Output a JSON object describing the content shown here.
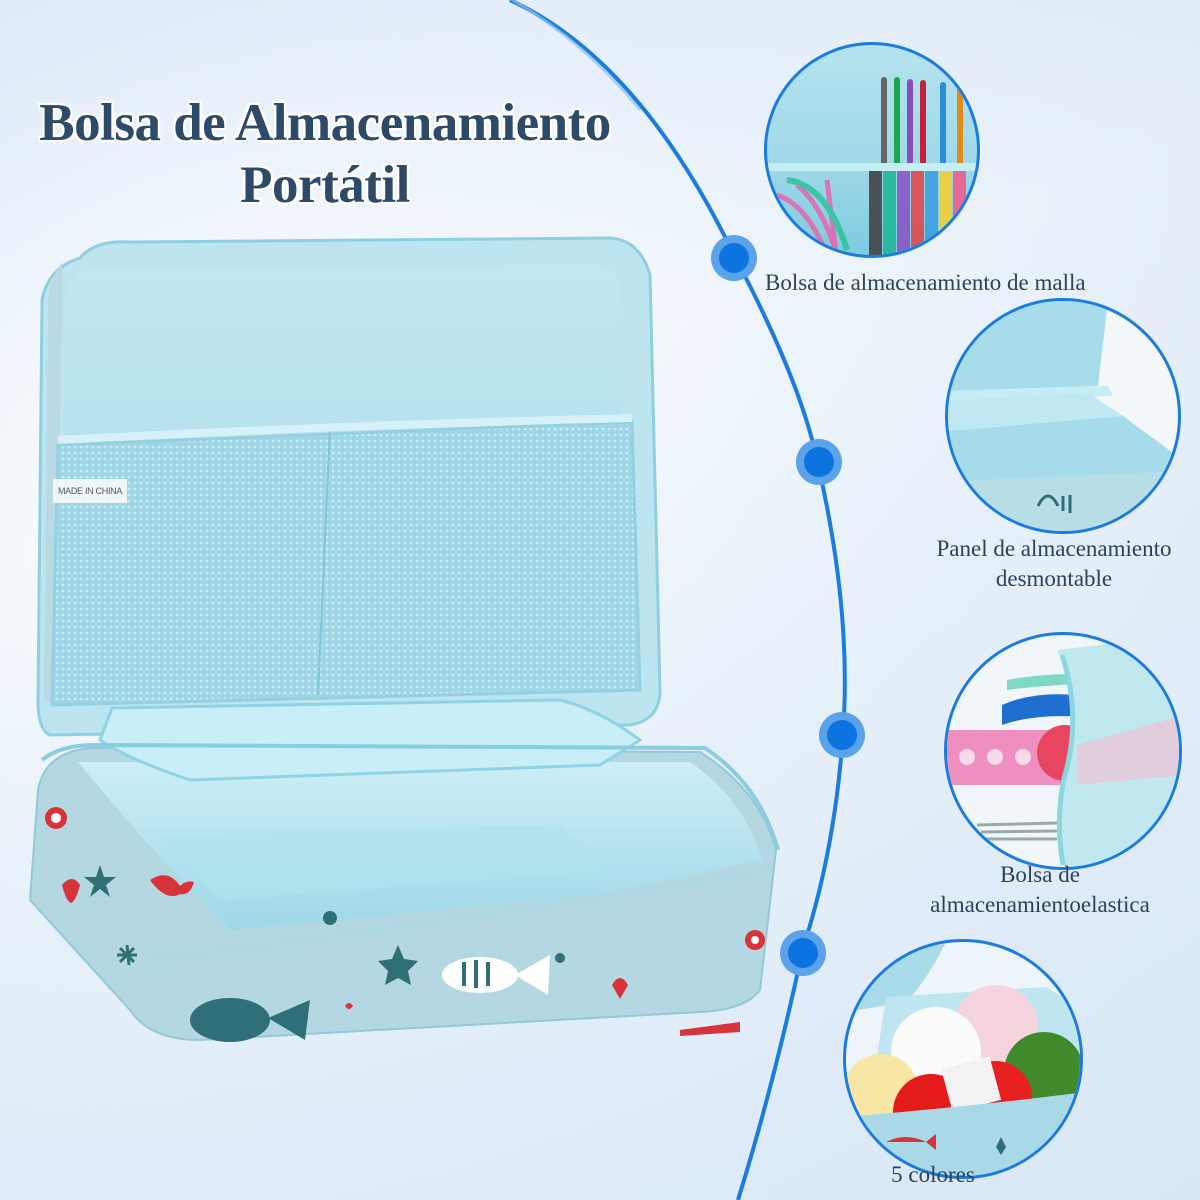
{
  "title": {
    "line1": "Bolsa de Almacenamiento",
    "line2": "Portátil",
    "color": "#2d4a68"
  },
  "product": {
    "name": "portable-storage-bag",
    "tag_text": "MADE IN CHINA",
    "colors": {
      "lining": "#a9dde9",
      "exterior": "#b6d9e3",
      "print_dark": "#2f6f78",
      "print_red": "#d8323a"
    }
  },
  "timeline": {
    "line_color": "#1a7be0",
    "dot_outer_color": "#5aa2ea",
    "dot_inner_color": "#0b74e0"
  },
  "features": [
    {
      "id": "mesh",
      "label_lines": [
        "Bolsa de almacenamiento de malla"
      ],
      "image": "crochet-hooks-in-mesh-pocket"
    },
    {
      "id": "panel",
      "label_lines": [
        "Panel de almacenamiento",
        "desmontable"
      ],
      "image": "detachable-divider-panel"
    },
    {
      "id": "elastic",
      "label_lines": [
        "Bolsa de",
        "almacenamientoelastica"
      ],
      "image": "elastic-pocket-with-ruler-and-tools"
    },
    {
      "id": "colors",
      "label_lines": [
        "5 colores"
      ],
      "image": "yarn-balls-in-bag"
    }
  ]
}
